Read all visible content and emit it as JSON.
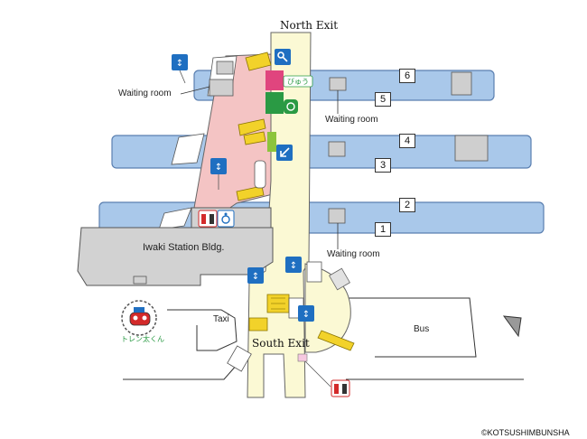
{
  "labels": {
    "north_exit": "North Exit",
    "south_exit": "South Exit",
    "station_bldg": "Iwaki Station Bldg.",
    "waiting_room_west": "Waiting room",
    "waiting_room_56": "Waiting room",
    "waiting_room_south": "Waiting room",
    "taxi": "Taxi",
    "bus": "Bus",
    "copyright": "©KOTSUSHIMBUNSHA",
    "mascot_name": "トレン太くん",
    "shop_label": "びゅう"
  },
  "platforms": [
    "1",
    "2",
    "3",
    "4",
    "5",
    "6"
  ],
  "icons": [
    "elevator-icon",
    "locker-key-icon",
    "restroom-icon",
    "accessible-icon",
    "escalator-icon",
    "ticket-office-icon",
    "green-window-icon",
    "mascot-icon"
  ],
  "colors": {
    "platform": "#a9c8ea",
    "platform_stroke": "#5a7fb0",
    "concourse": "#fbf9d4",
    "pink_area": "#f4c4c4",
    "building": "#d2d2d2",
    "escalator": "#f2d22a",
    "sign_blue": "#1f6fc1",
    "restroom_red": "#d32a2a",
    "shop_pink": "#e0457e",
    "shop_green": "#2a9a44",
    "shop_lime": "#8cc43c"
  }
}
